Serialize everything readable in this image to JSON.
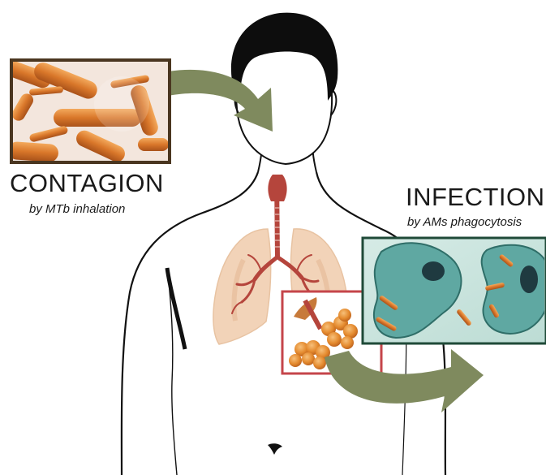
{
  "labels": {
    "contagion_title": "CONTAGION",
    "contagion_subtitle": "by MTb inhalation",
    "infection_title": "INFECTION",
    "infection_subtitle": "by AMs phagocytosis"
  },
  "icons": [
    "human-silhouette-icon",
    "bacteria-rod-icon",
    "lungs-icon",
    "trachea-icon",
    "alveoli-icon",
    "macrophage-cell-icon",
    "curved-arrow-icon"
  ],
  "colors": {
    "frame_contagion": "#4a3620",
    "frame_alveoli": "#c5454a",
    "frame_infection": "#1f4a38",
    "arrow": "#7f8a5e",
    "bacteria": "#d97a2c",
    "macrophage": "#5fa8a2",
    "lungs": "#f2d3b8",
    "trachea": "#b5453c"
  }
}
